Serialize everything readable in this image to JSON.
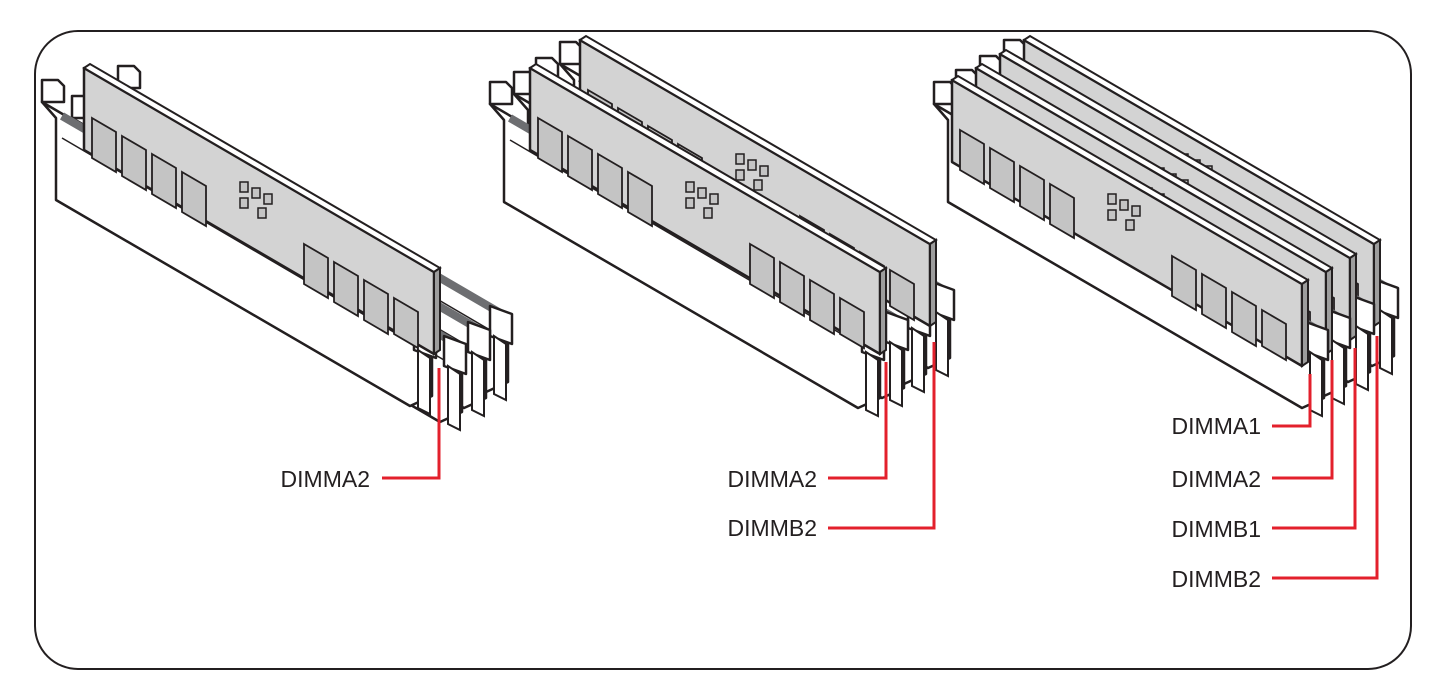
{
  "colors": {
    "outline": "#231f20",
    "module_fill": "#d3d3d3",
    "chip_fill": "#c4c4c4",
    "slot_fill": "#ffffff",
    "slot_groove": "#6d6e71",
    "callout": "#e3202c"
  },
  "configurations": [
    {
      "module_count": 1,
      "slots": [
        "DIMMA2"
      ]
    },
    {
      "module_count": 2,
      "slots": [
        "DIMMA2",
        "DIMMB2"
      ]
    },
    {
      "module_count": 4,
      "slots": [
        "DIMMA1",
        "DIMMA2",
        "DIMMB1",
        "DIMMB2"
      ]
    }
  ]
}
